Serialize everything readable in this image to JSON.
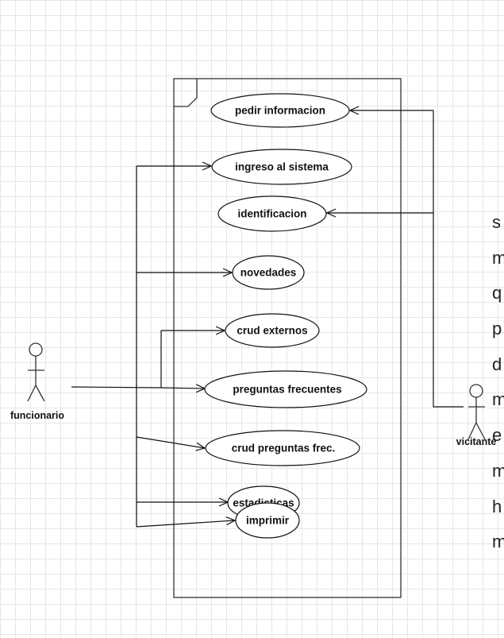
{
  "system": {
    "use_cases": [
      {
        "id": "pedir-informacion",
        "label": "pedir informacion"
      },
      {
        "id": "ingreso-al-sistema",
        "label": "ingreso al sistema"
      },
      {
        "id": "identificacion",
        "label": "identificacion"
      },
      {
        "id": "novedades",
        "label": "novedades"
      },
      {
        "id": "crud-externos",
        "label": "crud externos"
      },
      {
        "id": "preguntas-frecuentes",
        "label": "preguntas frecuentes"
      },
      {
        "id": "crud-preguntas-frec",
        "label": "crud preguntas frec."
      },
      {
        "id": "estadisticas",
        "label": "estadisticas"
      },
      {
        "id": "imprimir",
        "label": "imprimir"
      }
    ]
  },
  "actors": {
    "funcionario": {
      "label": "funcionario"
    },
    "vicitante": {
      "label": "vicitante"
    }
  },
  "side_text": [
    "s",
    "m",
    "q",
    "p",
    "d",
    "m",
    "e",
    "m",
    "h",
    "m"
  ]
}
